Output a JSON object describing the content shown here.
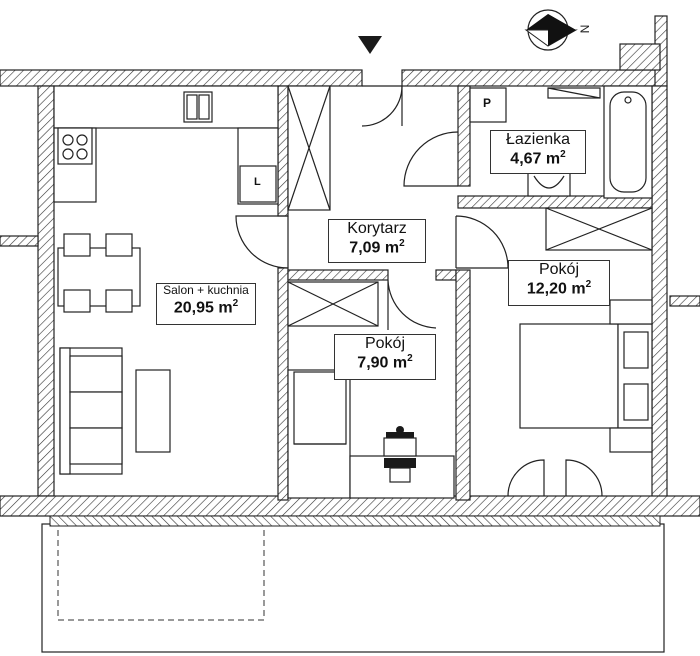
{
  "plan": {
    "rooms": [
      {
        "id": "salon",
        "name": "Salon + kuchnia",
        "area": "20,95",
        "unit": "m",
        "sup": "2"
      },
      {
        "id": "korytarz",
        "name": "Korytarz",
        "area": "7,09",
        "unit": "m",
        "sup": "2"
      },
      {
        "id": "lazienka",
        "name": "Łazienka",
        "area": "4,67",
        "unit": "m",
        "sup": "2"
      },
      {
        "id": "pokoj-small",
        "name": "Pokój",
        "area": "7,90",
        "unit": "m",
        "sup": "2"
      },
      {
        "id": "pokoj-large",
        "name": "Pokój",
        "area": "12,20",
        "unit": "m",
        "sup": "2"
      }
    ],
    "fixture_labels": {
      "fridge": "L",
      "boiler": "P"
    },
    "compass_letter": "N"
  }
}
